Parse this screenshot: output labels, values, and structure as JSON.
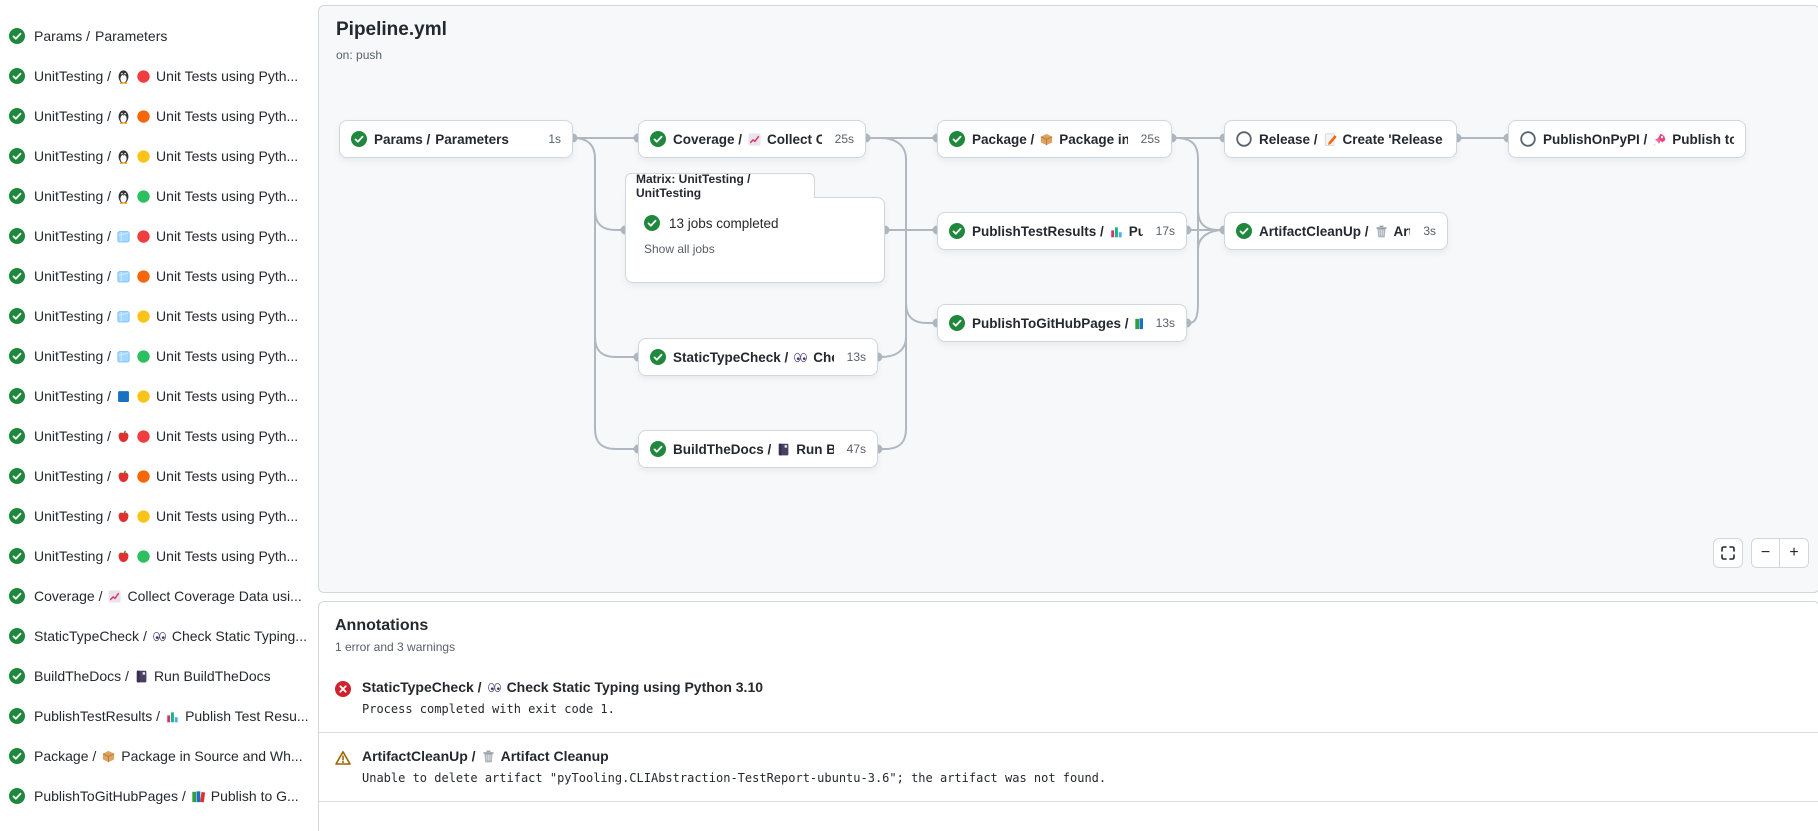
{
  "header": {
    "title": "Pipeline.yml",
    "trigger": "on: push"
  },
  "sidebar": {
    "items": [
      {
        "status": "success",
        "job": "Params",
        "icons": [],
        "label": "Parameters"
      },
      {
        "status": "success",
        "job": "UnitTesting",
        "icons": [
          "penguin",
          "dot-red"
        ],
        "label": "Unit Tests using Pyth..."
      },
      {
        "status": "success",
        "job": "UnitTesting",
        "icons": [
          "penguin",
          "dot-orange"
        ],
        "label": "Unit Tests using Pyth..."
      },
      {
        "status": "success",
        "job": "UnitTesting",
        "icons": [
          "penguin",
          "dot-yellow"
        ],
        "label": "Unit Tests using Pyth..."
      },
      {
        "status": "success",
        "job": "UnitTesting",
        "icons": [
          "penguin",
          "dot-green"
        ],
        "label": "Unit Tests using Pyth..."
      },
      {
        "status": "success",
        "job": "UnitTesting",
        "icons": [
          "ice",
          "dot-red"
        ],
        "label": "Unit Tests using Pyth..."
      },
      {
        "status": "success",
        "job": "UnitTesting",
        "icons": [
          "ice",
          "dot-orange"
        ],
        "label": "Unit Tests using Pyth..."
      },
      {
        "status": "success",
        "job": "UnitTesting",
        "icons": [
          "ice",
          "dot-yellow"
        ],
        "label": "Unit Tests using Pyth..."
      },
      {
        "status": "success",
        "job": "UnitTesting",
        "icons": [
          "ice",
          "dot-green"
        ],
        "label": "Unit Tests using Pyth..."
      },
      {
        "status": "success",
        "job": "UnitTesting",
        "icons": [
          "blue-square",
          "dot-yellow"
        ],
        "label": "Unit Tests using Pyth..."
      },
      {
        "status": "success",
        "job": "UnitTesting",
        "icons": [
          "apple",
          "dot-red"
        ],
        "label": "Unit Tests using Pyth..."
      },
      {
        "status": "success",
        "job": "UnitTesting",
        "icons": [
          "apple",
          "dot-orange"
        ],
        "label": "Unit Tests using Pyth..."
      },
      {
        "status": "success",
        "job": "UnitTesting",
        "icons": [
          "apple",
          "dot-yellow"
        ],
        "label": "Unit Tests using Pyth..."
      },
      {
        "status": "success",
        "job": "UnitTesting",
        "icons": [
          "apple",
          "dot-green"
        ],
        "label": "Unit Tests using Pyth..."
      },
      {
        "status": "success",
        "job": "Coverage",
        "icons": [
          "chart-up"
        ],
        "label": "Collect Coverage Data usi..."
      },
      {
        "status": "success",
        "job": "StaticTypeCheck",
        "icons": [
          "eyes"
        ],
        "label": "Check Static Typing..."
      },
      {
        "status": "success",
        "job": "BuildTheDocs",
        "icons": [
          "book"
        ],
        "label": "Run BuildTheDocs"
      },
      {
        "status": "success",
        "job": "PublishTestResults",
        "icons": [
          "barchart"
        ],
        "label": "Publish Test Resu..."
      },
      {
        "status": "success",
        "job": "Package",
        "icons": [
          "package"
        ],
        "label": "Package in Source and Wh..."
      },
      {
        "status": "success",
        "job": "PublishToGitHubPages",
        "icons": [
          "books"
        ],
        "label": "Publish to G..."
      }
    ]
  },
  "graph": {
    "nodes": [
      {
        "id": "params",
        "status": "success",
        "job": "Params",
        "icons": [],
        "label": "Parameters",
        "duration": "1s"
      },
      {
        "id": "coverage",
        "status": "success",
        "job": "Coverage",
        "icons": [
          "chart-up"
        ],
        "label": "Collect Cove...",
        "duration": "25s"
      },
      {
        "id": "package",
        "status": "success",
        "job": "Package",
        "icons": [
          "package"
        ],
        "label": "Package in So...",
        "duration": "25s"
      },
      {
        "id": "release",
        "status": "skipped",
        "job": "Release",
        "icons": [
          "pencil"
        ],
        "label": "Create 'Release P...",
        "duration": ""
      },
      {
        "id": "publishonpypi",
        "status": "skipped",
        "job": "PublishOnPyPI",
        "icons": [
          "rocket"
        ],
        "label": "Publish to ...",
        "duration": ""
      },
      {
        "id": "publishtestresults",
        "status": "success",
        "job": "PublishTestResults",
        "icons": [
          "barchart"
        ],
        "label": "Pu...",
        "duration": "17s"
      },
      {
        "id": "artifactcleanup",
        "status": "success",
        "job": "ArtifactCleanUp",
        "icons": [
          "trash"
        ],
        "label": "Artifac...",
        "duration": "3s"
      },
      {
        "id": "publishtogithubpages",
        "status": "success",
        "job": "PublishToGitHubPages",
        "icons": [
          "books"
        ],
        "label": "...",
        "duration": "13s"
      },
      {
        "id": "statictypecheck",
        "status": "success",
        "job": "StaticTypeCheck",
        "icons": [
          "eyes"
        ],
        "label": "Chec...",
        "duration": "13s"
      },
      {
        "id": "buildthedocs",
        "status": "success",
        "job": "BuildTheDocs",
        "icons": [
          "book"
        ],
        "label": "Run Buil...",
        "duration": "47s"
      }
    ],
    "matrix": {
      "tab": "Matrix: UnitTesting / UnitTesting",
      "status_text": "13 jobs completed",
      "link": "Show all jobs"
    },
    "controls": {
      "zoom_out": "−",
      "zoom_in": "+"
    }
  },
  "annotations": {
    "title": "Annotations",
    "summary": "1 error and 3 warnings",
    "items": [
      {
        "severity": "error",
        "job": "StaticTypeCheck",
        "icons": [
          "eyes"
        ],
        "name": "Check Static Typing using Python 3.10",
        "detail": "Process completed with exit code 1."
      },
      {
        "severity": "warning",
        "job": "ArtifactCleanUp",
        "icons": [
          "trash"
        ],
        "name": "Artifact Cleanup",
        "detail": "Unable to delete artifact \"pyTooling.CLIAbstraction-TestReport-ubuntu-3.6\"; the artifact was not found."
      }
    ]
  },
  "colors": {
    "success": "#1f883d",
    "skipped": "#59636e",
    "error": "#cf222e",
    "warning": "#9a6700",
    "edge": "#afb8c1",
    "card_border": "#d0d7de",
    "graph_bg": "#f6f8fa",
    "muted_text": "#59606a"
  }
}
